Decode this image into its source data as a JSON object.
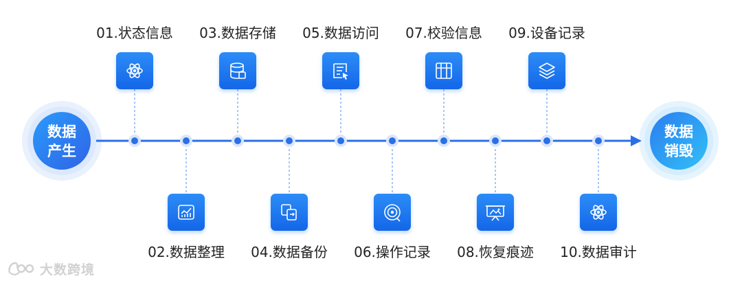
{
  "start_node": {
    "line1": "数据",
    "line2": "产生"
  },
  "end_node": {
    "line1": "数据",
    "line2": "销毁"
  },
  "steps": [
    {
      "label": "01.状态信息",
      "icon": "atom-icon",
      "position": "top"
    },
    {
      "label": "02.数据整理",
      "icon": "line-chart-icon",
      "position": "bottom"
    },
    {
      "label": "03.数据存储",
      "icon": "database-icon",
      "position": "top"
    },
    {
      "label": "04.数据备份",
      "icon": "copy-icon",
      "position": "bottom"
    },
    {
      "label": "05.数据访问",
      "icon": "document-cursor-icon",
      "position": "top"
    },
    {
      "label": "06.操作记录",
      "icon": "target-icon",
      "position": "bottom"
    },
    {
      "label": "07.校验信息",
      "icon": "panels-icon",
      "position": "top"
    },
    {
      "label": "08.恢复痕迹",
      "icon": "presentation-board-icon",
      "position": "bottom"
    },
    {
      "label": "09.设备记录",
      "icon": "layers-icon",
      "position": "top"
    },
    {
      "label": "10.数据审计",
      "icon": "atom-icon",
      "position": "bottom"
    }
  ],
  "watermark": {
    "text": "大数跨境"
  },
  "colors": {
    "accent": "#1d77f2",
    "timeline": "#2b6fe6",
    "node_gradient_start": "#1f8ef8",
    "node_gradient_end": "#3a5fe8",
    "end_node_gradient_end": "#2fb5f5"
  }
}
